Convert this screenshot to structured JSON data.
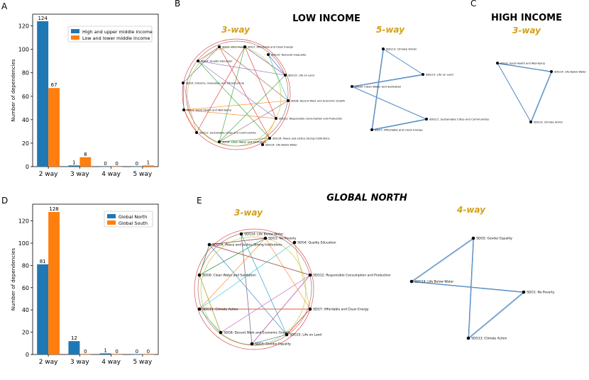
{
  "panel_letters": [
    "A",
    "B",
    "C",
    "D",
    "E"
  ],
  "chart_data": [
    {
      "type": "bar",
      "panel": "A",
      "categories": [
        "2 way",
        "3 way",
        "4 way",
        "5 way"
      ],
      "ylabel": "Number of dependencies",
      "ylim": [
        0,
        130
      ],
      "yticks": [
        0,
        20,
        40,
        60,
        80,
        100,
        120
      ],
      "legend": "top-right",
      "series": [
        {
          "name": "High and upper middle income",
          "color": "#1f77b4",
          "values": [
            124,
            1,
            0,
            0
          ]
        },
        {
          "name": "Low and lower middle income",
          "color": "#ff7f0e",
          "values": [
            67,
            8,
            0,
            1
          ]
        }
      ]
    },
    {
      "type": "bar",
      "panel": "D",
      "categories": [
        "2 way",
        "3 way",
        "4 way",
        "5 way"
      ],
      "ylabel": "Number of dependencies",
      "ylim": [
        0,
        135
      ],
      "yticks": [
        0,
        20,
        40,
        60,
        80,
        100,
        120
      ],
      "legend": "top-right",
      "series": [
        {
          "name": "Global North",
          "color": "#1f77b4",
          "values": [
            81,
            12,
            1,
            0
          ]
        },
        {
          "name": "Global South",
          "color": "#ff7f0e",
          "values": [
            128,
            0,
            0,
            0
          ]
        }
      ]
    }
  ],
  "networks": {
    "B": {
      "title": "LOW INCOME",
      "groups": [
        {
          "label": "3-way",
          "nodes": [
            "SDG2: Zero Hunger",
            "SDG7: Affordable and Clean Energy",
            "SDG10: Reduced Inequality",
            "SDG4: Quality Education",
            "SDG15: Life on Land",
            "SDG9: Industry, Innovation and Infrastructure",
            "SDG8: Decent Work and Economic Growth",
            "SDG3: Good Health and Well-being",
            "SDG12: Responsible Consumption and Production",
            "SDG11: Sustainable Cities and Communities",
            "SDG16: Peace and Justice Strong Institutions",
            "SDG6: Clean Water and Sanitation",
            "SDG14: Life Below Water"
          ]
        },
        {
          "label": "5-way",
          "nodes": [
            "SDG13: Climate Action",
            "SDG15: Life on Land",
            "SDG6: Clean Water and Sanitation",
            "SDG11: Sustainable Cities and Communities",
            "SDG7: Affordable and Clean Energy"
          ]
        }
      ]
    },
    "C": {
      "title": "HIGH INCOME",
      "groups": [
        {
          "label": "3-way",
          "nodes": [
            "SDG3: Good Health and Well-being",
            "SDG14: Life Below Water",
            "SDG13: Climate Action"
          ]
        }
      ]
    },
    "E": {
      "title": "GLOBAL NORTH",
      "groups": [
        {
          "label": "3-way",
          "nodes": [
            "SDG14: Life Below Water",
            "SDG1: No Poverty",
            "SDG16: Peace and Justice Strong Institutions",
            "SDG4: Quality Education",
            "SDG6: Clean Water and Sanitation",
            "SDG12: Responsible Consumption and Production",
            "SDG13: Climate Action",
            "SDG7: Affordable and Clean Energy",
            "SDG8: Decent Work and Economic Growth",
            "SDG15: Life on Land",
            "SDG5: Gender Equality"
          ]
        },
        {
          "label": "4-way",
          "nodes": [
            "SDG5: Gender Equality",
            "SDG14: Life Below Water",
            "SDG1: No Poverty",
            "SDG13: Climate Action"
          ]
        }
      ]
    }
  }
}
